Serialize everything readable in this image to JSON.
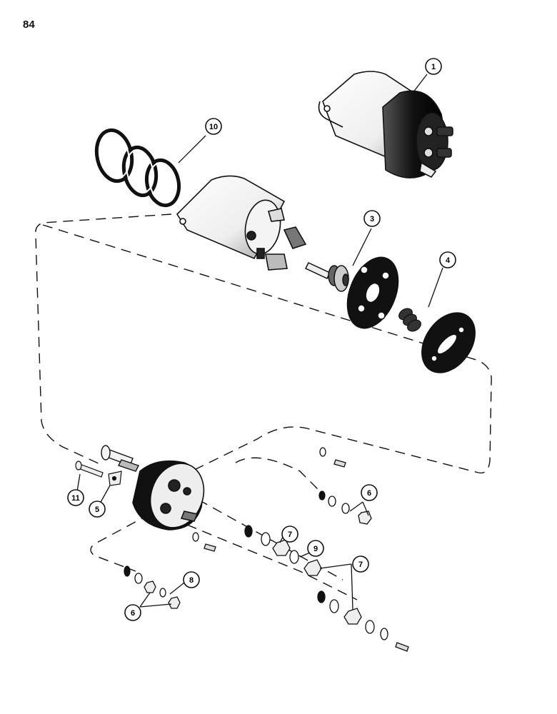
{
  "page_number": "84",
  "callouts": [
    {
      "id": "c1",
      "label": "1"
    },
    {
      "id": "c10",
      "label": "10"
    },
    {
      "id": "c3",
      "label": "3"
    },
    {
      "id": "c4",
      "label": "4"
    },
    {
      "id": "c6a",
      "label": "6"
    },
    {
      "id": "c7a",
      "label": "7"
    },
    {
      "id": "c9",
      "label": "9"
    },
    {
      "id": "c7b",
      "label": "7"
    },
    {
      "id": "c8",
      "label": "8"
    },
    {
      "id": "c6b",
      "label": "6"
    },
    {
      "id": "c11",
      "label": "11"
    },
    {
      "id": "c5",
      "label": "5"
    }
  ],
  "colors": {
    "ink": "#111111",
    "shade": "#8a8a8a",
    "paper": "#ffffff"
  }
}
